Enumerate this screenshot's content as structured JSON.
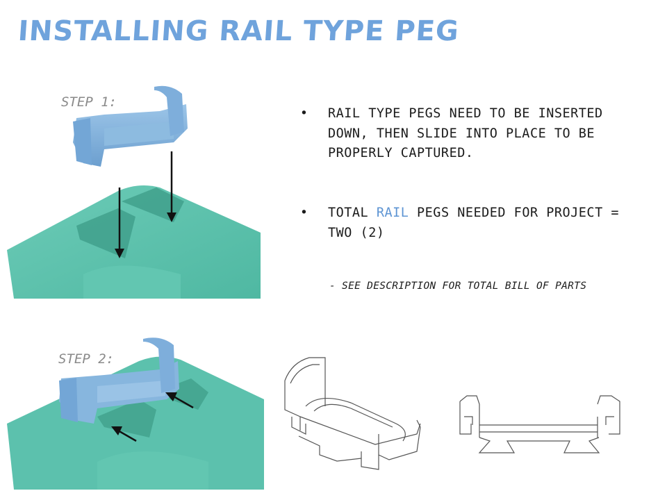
{
  "title": "Installing Rail Type Peg",
  "steps": [
    {
      "label": "Step 1:"
    },
    {
      "label": "Step 2:"
    }
  ],
  "bullets": [
    {
      "text": "Rail type pegs need to be inserted down, then slide into place to be properly captured."
    },
    {
      "text_before": "Total ",
      "highlight": "Rail",
      "text_after": " pegs needed for project = two (2)"
    }
  ],
  "note": "- see description for total bill of parts",
  "colors": {
    "title": "#6fa3dc",
    "highlight": "#5d94d3",
    "base_plate": "#5cc1ad",
    "peg": "#87b6de",
    "arrow": "#111111"
  },
  "icons": [
    "bullet-dot-icon",
    "down-arrow-icon",
    "left-arrow-icon"
  ]
}
